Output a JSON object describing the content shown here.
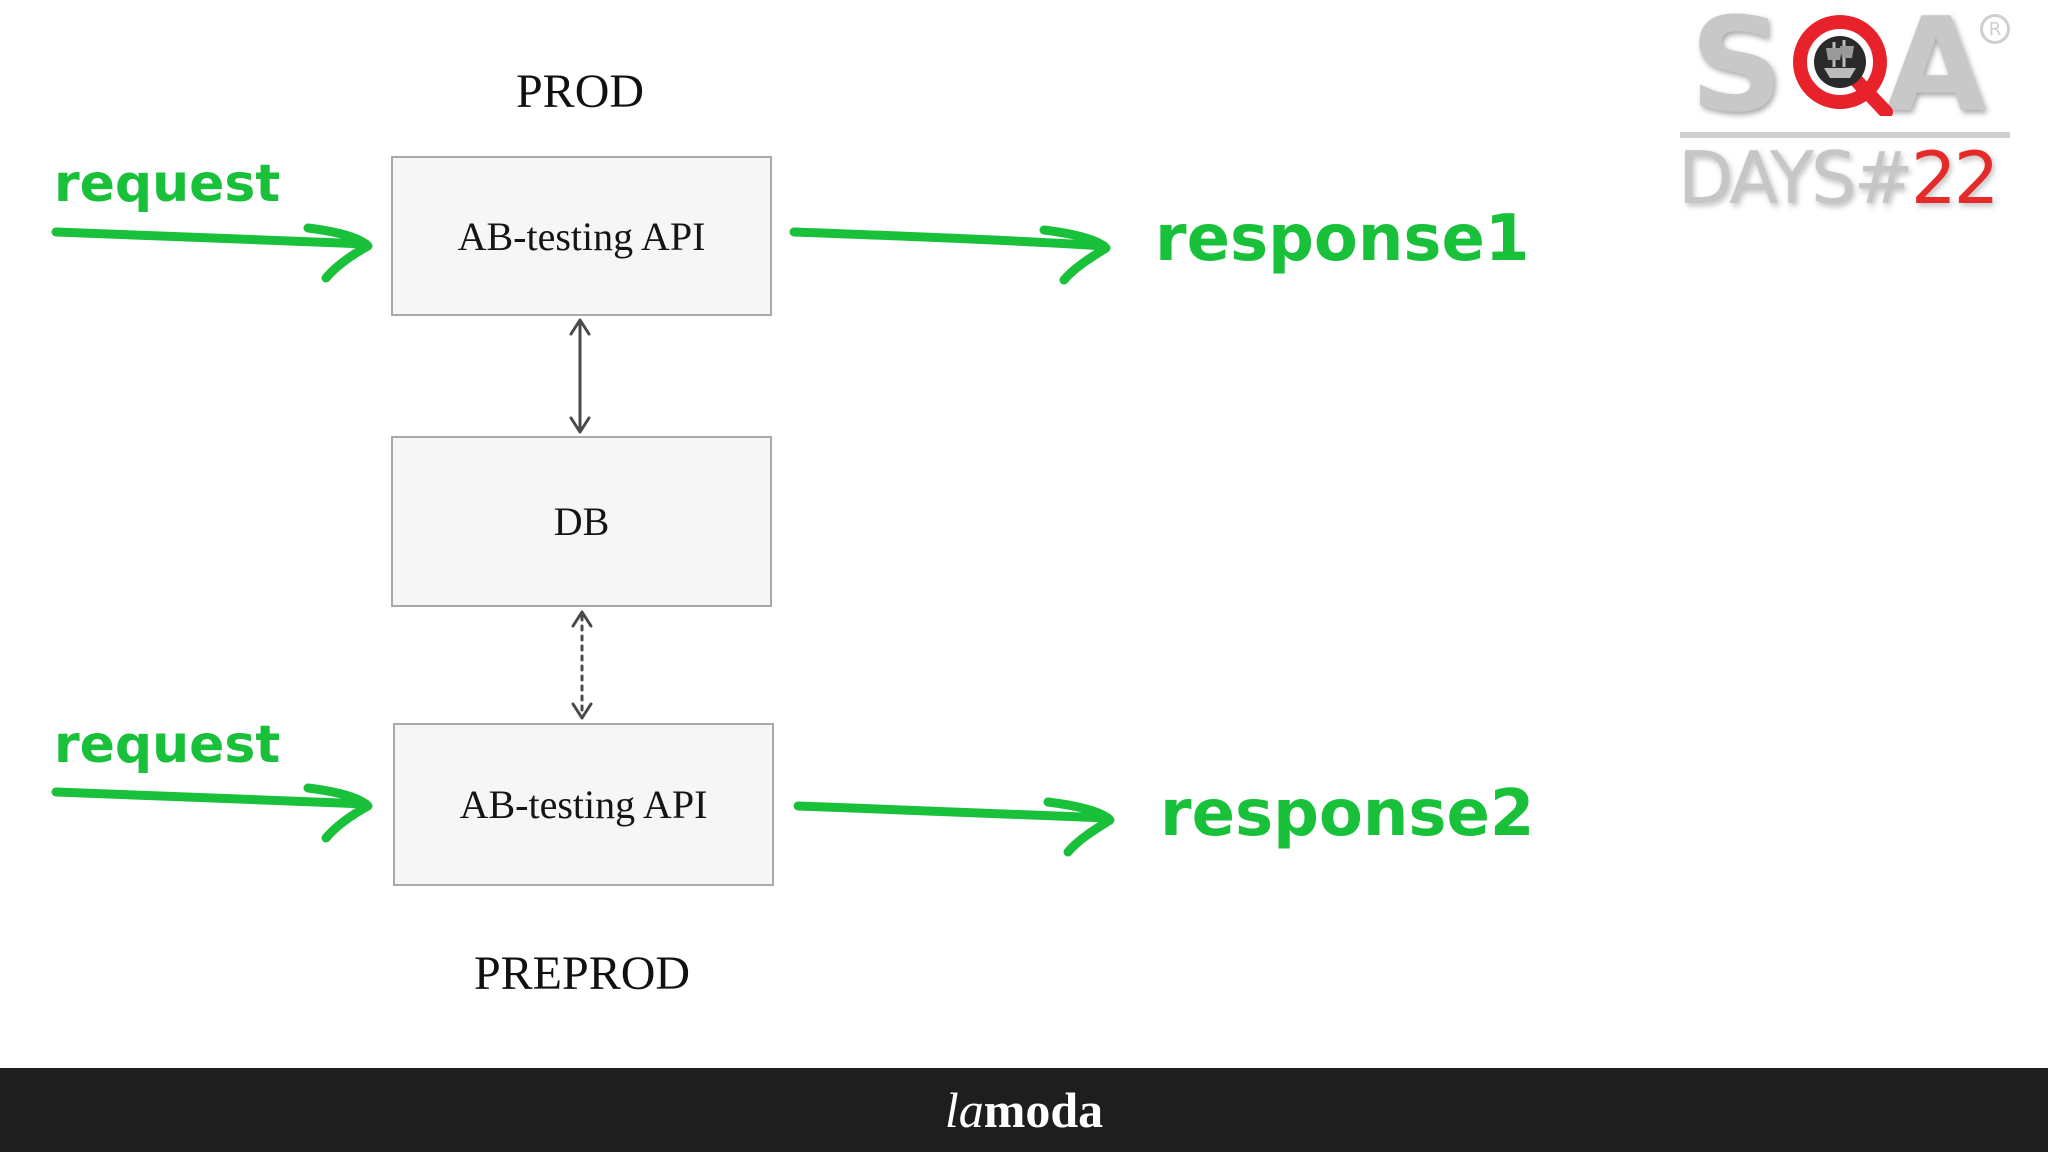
{
  "diagram": {
    "prod_label": "PROD",
    "preprod_label": "PREPROD",
    "nodes": {
      "prod_api": "AB-testing API",
      "db": "DB",
      "preprod_api": "AB-testing API"
    },
    "prod_request": "request",
    "prod_response": "response1",
    "preprod_request": "request",
    "preprod_response": "response2",
    "accent_color": "#19c03a",
    "node_fill": "#f6f6f6",
    "node_border": "#a9a9a9"
  },
  "logo": {
    "sqa_s": "S",
    "sqa_a": "A",
    "days": "DAYS#",
    "days_number": "22",
    "registered": "R"
  },
  "footer": {
    "brand_italic": "la",
    "brand_bold": "moda"
  }
}
